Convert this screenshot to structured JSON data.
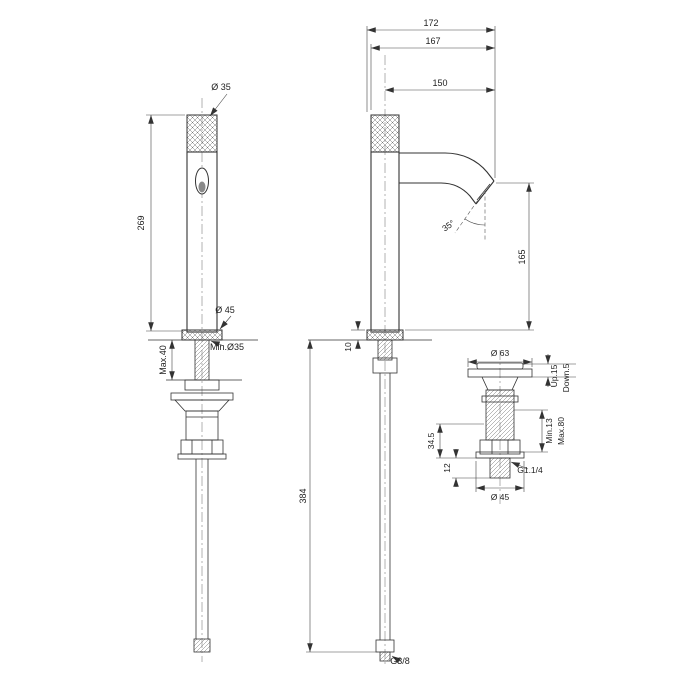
{
  "colors": {
    "line": "#333333",
    "dim_line": "#444444",
    "background": "#ffffff"
  },
  "drawing": {
    "front_view": {
      "handle_diameter": "Ø 35",
      "height": "269",
      "base_diameter": "Ø 45",
      "min_hole": "Min.Ø35",
      "max_deck": "Max.40"
    },
    "side_view": {
      "depth_total": "172",
      "depth_body": "167",
      "spout_reach": "150",
      "spout_angle": "35°",
      "spout_height": "165",
      "base_height": "10",
      "hose_length": "384",
      "inlet_thread": "G3/8"
    },
    "waste": {
      "flange_diameter": "Ø 63",
      "travel_up": "Up.15",
      "travel_down": "Down.5",
      "body_length": "34.5",
      "min_deck": "Min.13",
      "max_deck": "Max.80",
      "outlet_length": "12",
      "thread": "G1.1/4",
      "nut_diameter": "Ø 45"
    }
  }
}
